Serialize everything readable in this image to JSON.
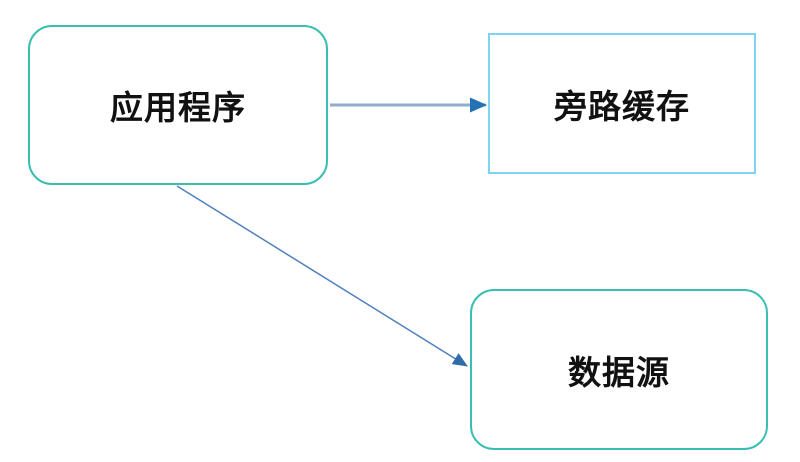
{
  "diagram": {
    "title": "cache-aside-pattern-diagram",
    "nodes": [
      {
        "id": "application",
        "label": "应用程序",
        "shape": "rounded-rectangle"
      },
      {
        "id": "cache-aside",
        "label": "旁路缓存",
        "shape": "rectangle"
      },
      {
        "id": "data-source",
        "label": "数据源",
        "shape": "rounded-rectangle"
      }
    ],
    "edges": [
      {
        "from": "application",
        "to": "cache-aside",
        "style": "straight-arrow-right"
      },
      {
        "from": "application",
        "to": "data-source",
        "style": "diagonal-arrow-down-right"
      }
    ],
    "colors": {
      "rounded_border": "#3bbeb2",
      "rect_border": "#7ed3f3",
      "arrow_shaft_horizontal": "#8faecb",
      "arrow_line_diagonal": "#4e80be",
      "arrowhead": "#2173b4",
      "arrowhead_diagonal": "#2e6da8",
      "text": "#111111",
      "background": "#ffffff"
    }
  }
}
